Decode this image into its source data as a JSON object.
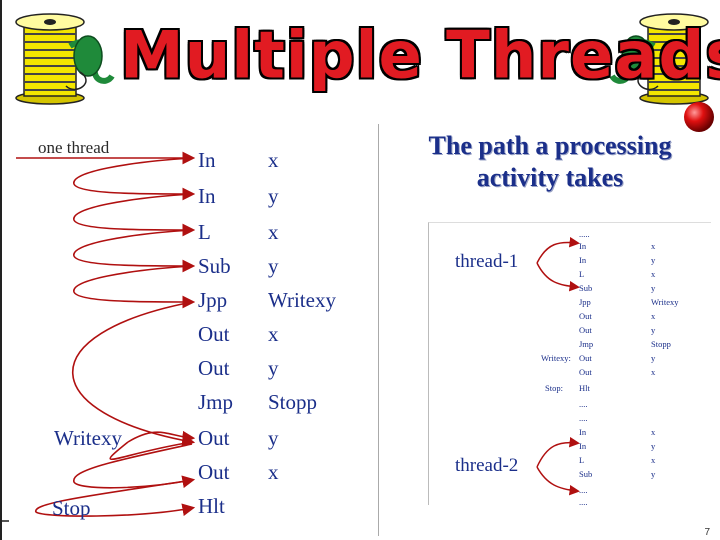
{
  "title": "Multiple Threads",
  "heading": "The path a processing activity takes",
  "left": {
    "one_thread_label": "one thread",
    "instructions": [
      {
        "op": "In",
        "arg": "x"
      },
      {
        "op": "In",
        "arg": "y"
      },
      {
        "op": "L",
        "arg": "x"
      },
      {
        "op": "Sub",
        "arg": "y"
      },
      {
        "op": "Jpp",
        "arg": "Writexy"
      },
      {
        "op": "Out",
        "arg": "x"
      },
      {
        "op": "Out",
        "arg": "y"
      },
      {
        "op": "Jmp",
        "arg": "Stopp"
      },
      {
        "op": "Out",
        "arg": "y"
      },
      {
        "op": "Out",
        "arg": "x"
      },
      {
        "op": "Hlt",
        "arg": ""
      }
    ],
    "writexy_label": "Writexy",
    "stop_label": "Stop"
  },
  "right": {
    "thread1_label": "thread-1",
    "thread2_label": "thread-2",
    "rows": [
      {
        "label": "",
        "op": ".....",
        "arg": ""
      },
      {
        "label": "",
        "op": "In",
        "arg": "x"
      },
      {
        "label": "",
        "op": "In",
        "arg": "y"
      },
      {
        "label": "",
        "op": "L",
        "arg": "x"
      },
      {
        "label": "",
        "op": "Sub",
        "arg": "y"
      },
      {
        "label": "",
        "op": "Jpp",
        "arg": "Writexy"
      },
      {
        "label": "",
        "op": "Out",
        "arg": "x"
      },
      {
        "label": "",
        "op": "Out",
        "arg": "y"
      },
      {
        "label": "",
        "op": "Jmp",
        "arg": "Stopp"
      },
      {
        "label": "Writexy:",
        "op": "Out",
        "arg": "y"
      },
      {
        "label": "",
        "op": "Out",
        "arg": "x"
      },
      {
        "label": "Stop:",
        "op": "Hlt",
        "arg": ""
      },
      {
        "label": "",
        "op": "....",
        "arg": ""
      },
      {
        "label": "",
        "op": "....",
        "arg": ""
      },
      {
        "label": "",
        "op": "In",
        "arg": "x"
      },
      {
        "label": "",
        "op": "In",
        "arg": "y"
      },
      {
        "label": "",
        "op": "L",
        "arg": "x"
      },
      {
        "label": "",
        "op": "Sub",
        "arg": "y"
      },
      {
        "label": "",
        "op": "....",
        "arg": ""
      },
      {
        "label": "",
        "op": "....",
        "arg": ""
      }
    ]
  },
  "page_number": "7",
  "colors": {
    "title_red": "#e11b22",
    "text_blue": "#1b2f8a",
    "arrow_red": "#b01010",
    "spool_yellow": "#f3e600",
    "spool_green": "#1f8a3a"
  },
  "icons": [
    "thread-spool-icon",
    "red-ball-icon"
  ]
}
